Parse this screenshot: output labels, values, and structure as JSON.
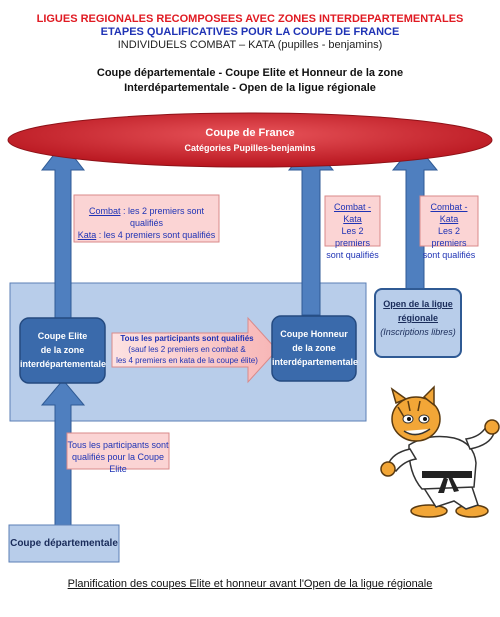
{
  "header": {
    "line1": "LIGUES REGIONALES RECOMPOSEES AVEC ZONES INTERDEPARTEMENTALES",
    "line2": "ETAPES QUALIFICATIVES POUR LA COUPE DE FRANCE",
    "line3": "INDIVIDUELS COMBAT – KATA (pupilles - benjamins)"
  },
  "subtitle": {
    "line1": "Coupe départementale - Coupe Elite et Honneur de la zone",
    "line2": "Interdépartementale - Open de la ligue régionale"
  },
  "coupe_de_france": {
    "title": "Coupe de France",
    "subtitle": "Catégories Pupilles-benjamins"
  },
  "notes": {
    "elite_to_france": {
      "combat_label": "Combat",
      "combat_text": " : les 2 premiers sont qualifiés",
      "kata_label": "Kata",
      "kata_text": " : les 4 premiers sont qualifiés"
    },
    "honneur_to_france": {
      "label": "Combat - Kata",
      "line2": "Les 2 premiers",
      "line3": "sont qualifiés"
    },
    "open_to_france": {
      "label": "Combat - Kata",
      "line2": "Les 2 premiers",
      "line3": "sont qualifiés"
    },
    "elite_to_honneur": {
      "line1": "Tous les participants sont qualifiés",
      "line2": "(sauf les 2 premiers en combat &",
      "line3": "les 4 premiers en kata de la coupe élite)"
    },
    "dept_to_elite": {
      "line1": "Tous les participants sont",
      "line2": "qualifiés  pour la Coupe Elite"
    }
  },
  "boxes": {
    "elite": {
      "line1": "Coupe Elite",
      "line2": "de la zone",
      "line3": "interdépartementale"
    },
    "honneur": {
      "line1": "Coupe Honneur",
      "line2": "de la  zone",
      "line3": "interdépartementale"
    },
    "open": {
      "line1": "Open de la ligue",
      "line2": "régionale",
      "line3": "(Inscriptions libres)"
    },
    "departementale": {
      "label": "Coupe départementale"
    }
  },
  "mascot": {
    "name": "judoka-mascot"
  },
  "footer": "Planification des coupes Elite et honneur avant l'Open de la ligue régionale",
  "colors": {
    "red": "#e01a22",
    "blue_text": "#1f33b5",
    "arrow_blue": "#4f7fbf",
    "box_blue": "#3a6aab",
    "panel_blue": "#b8cdea",
    "note_pink": "#fbd4d4",
    "ellipse_red": "#c8202a"
  }
}
